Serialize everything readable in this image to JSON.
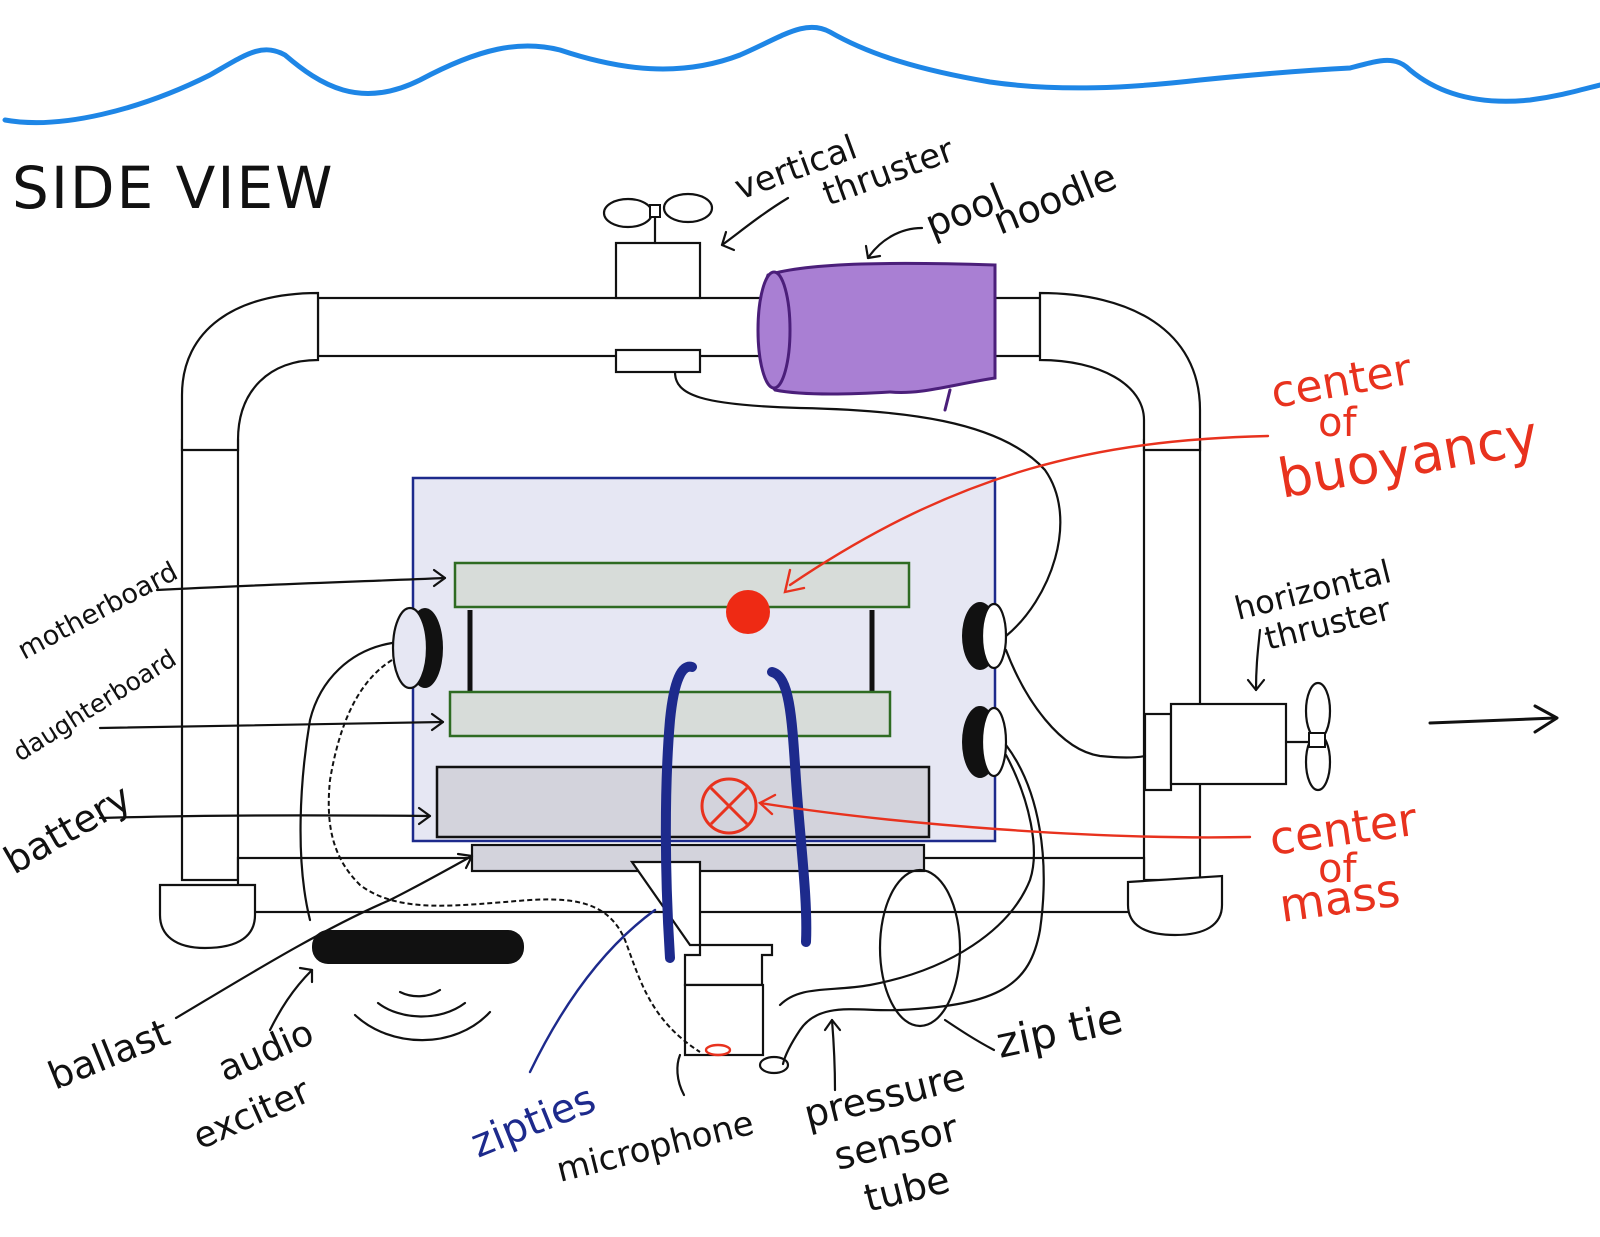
{
  "title": "SIDE VIEW",
  "labels": {
    "vertical_thruster_1": "vertical",
    "vertical_thruster_2": "thruster",
    "pool_noodle_1": "pool",
    "pool_noodle_2": "noodle",
    "center_of_buoyancy_1": "center",
    "center_of_buoyancy_2": "of",
    "center_of_buoyancy_3": "buoyancy",
    "horizontal_thruster_1": "horizontal",
    "horizontal_thruster_2": "thruster",
    "center_of_mass_1": "center",
    "center_of_mass_2": "of",
    "center_of_mass_3": "mass",
    "motherboard": "motherboard",
    "daughterboard": "daughterboard",
    "battery": "battery",
    "ballast": "ballast",
    "audio_exciter_1": "audio",
    "audio_exciter_2": "exciter",
    "zipties": "zipties",
    "microphone": "microphone",
    "pressure_sensor_tube_1": "pressure",
    "pressure_sensor_tube_2": "sensor",
    "pressure_sensor_tube_3": "tube",
    "zip_tie": "zip tie"
  },
  "colors": {
    "water": "#1e86e6",
    "ink": "#111111",
    "annotation_red": "#e8321e",
    "ziptie_blue": "#1d2a8c",
    "pool_noodle": "#a97fd3",
    "pool_noodle_edge": "#4b1f7a",
    "enclosure_fill": "#e6e7f3",
    "enclosure_edge": "#1d2a8c",
    "board_fill": "#d7dcd9",
    "board_edge": "#2e6b22",
    "battery_fill": "#d3d3dc",
    "center_of_buoyancy_dot": "#ee2a14"
  },
  "icons": [
    "propeller-icon",
    "center-of-mass-symbol-icon",
    "direction-arrow-icon",
    "sound-wave-icon"
  ]
}
